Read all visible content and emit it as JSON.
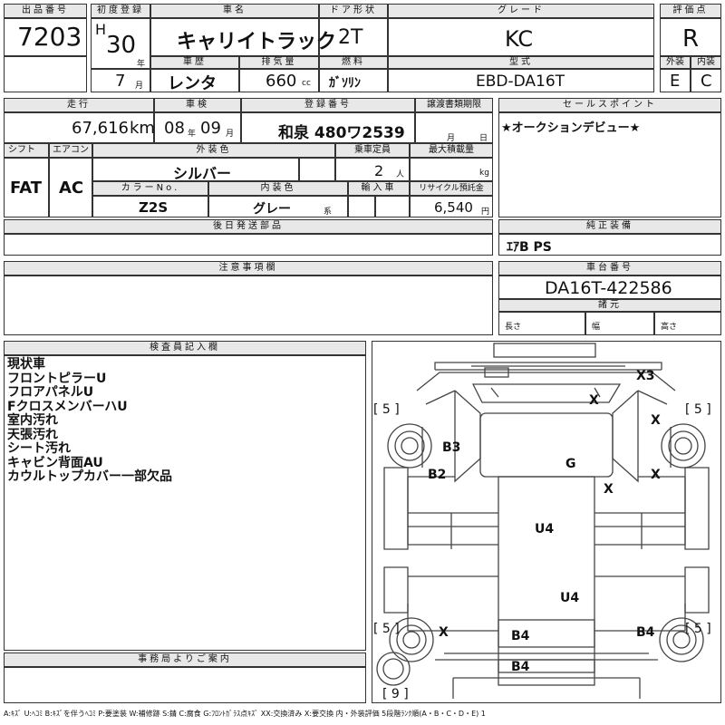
{
  "header": {
    "lot_no": {
      "label": "出品番号",
      "value": "7203"
    },
    "first_reg": {
      "label": "初度登録",
      "era": "H",
      "year": "30",
      "year_unit": "年",
      "month": "7",
      "month_unit": "月"
    },
    "car_name": {
      "label": "車名",
      "value": "キャリイトラック"
    },
    "door": {
      "label": "ドア形状",
      "value": "2T"
    },
    "grade": {
      "label": "グレード",
      "value": "KC"
    },
    "score": {
      "label": "評価点",
      "value": "R"
    },
    "history": {
      "label": "車歴",
      "value": "レンタ"
    },
    "displacement": {
      "label": "排気量",
      "value": "660",
      "unit": "cc"
    },
    "fuel": {
      "label": "燃料",
      "value": "ｶﾞｿﾘﾝ"
    },
    "model": {
      "label": "型式",
      "value": "EBD-DA16T"
    },
    "exterior": {
      "label": "外装",
      "value": "E"
    },
    "interior": {
      "label": "内装",
      "value": "C"
    }
  },
  "row2": {
    "mileage": {
      "label": "走行",
      "value": "67,616",
      "unit": "km"
    },
    "inspection": {
      "label": "車検",
      "year": "08",
      "year_unit": "年",
      "month": "09",
      "month_unit": "月"
    },
    "plate": {
      "label": "登録番号",
      "value": "和泉 480ワ2539"
    },
    "transfer": {
      "label": "譲渡書類期限",
      "month_unit": "月",
      "day_unit": "日"
    },
    "sales_point": {
      "label": "セールスポイント",
      "value": "★オークションデビュー★"
    },
    "shift": {
      "label": "シフト",
      "value": "FAT"
    },
    "aircon": {
      "label": "エアコン",
      "value": "AC"
    },
    "ext_color": {
      "label": "外装色",
      "value": "シルバー"
    },
    "capacity": {
      "label": "乗車定員",
      "value": "2",
      "unit": "人"
    },
    "max_load": {
      "label": "最大積載量",
      "unit": "kg"
    },
    "color_no": {
      "label": "カラーNo.",
      "value": "Z2S"
    },
    "int_color": {
      "label": "内装色",
      "value": "グレー",
      "suffix": "系"
    },
    "import": {
      "label": "輸入車"
    },
    "recycle": {
      "label": "リサイクル預託金",
      "value": "6,540",
      "unit": "円"
    }
  },
  "later_parts": {
    "label": "後日発送部品"
  },
  "equipment": {
    "label": "純正装備",
    "value": "ｴｱB PS"
  },
  "caution": {
    "label": "注意事項欄"
  },
  "chassis": {
    "label": "車台番号",
    "value": "DA16T-422586",
    "specs_label": "諸元",
    "length": "長さ",
    "width": "幅",
    "height": "高さ"
  },
  "inspector": {
    "label": "検査員記入欄",
    "lines": [
      "現状車",
      "フロントピラーU",
      "フロアパネルU",
      "FクロスメンバーハU",
      "室内汚れ",
      "天張汚れ",
      "シート汚れ",
      "キャビン背面AU",
      "カウルトップカバー一部欠品"
    ]
  },
  "office": {
    "label": "事務局よりご案内"
  },
  "diagram": {
    "marks": [
      "X3",
      "X",
      "X",
      "X",
      "B3",
      "B2",
      "G",
      "X",
      "U4",
      "U4",
      "X",
      "B4",
      "B4",
      "B4"
    ],
    "brackets": [
      "[ 5 ]",
      "[ 5 ]",
      "[ 5 ]",
      "[ 5 ]",
      "[ 9 ]"
    ]
  },
  "legend": "A:ｷｽﾞ U:ﾍｺﾐ B:ｷｽﾞを伴うﾍｺﾐ P:要塗装 W:補修跡 S:錆 C:腐食 G:ﾌﾛﾝﾄｶﾞﾗｽ点ｷｽﾞ XX:交換済み X:要交換  内・外装評価 5段階ﾗﾝｸ順(A・B・C・D・E) 1"
}
